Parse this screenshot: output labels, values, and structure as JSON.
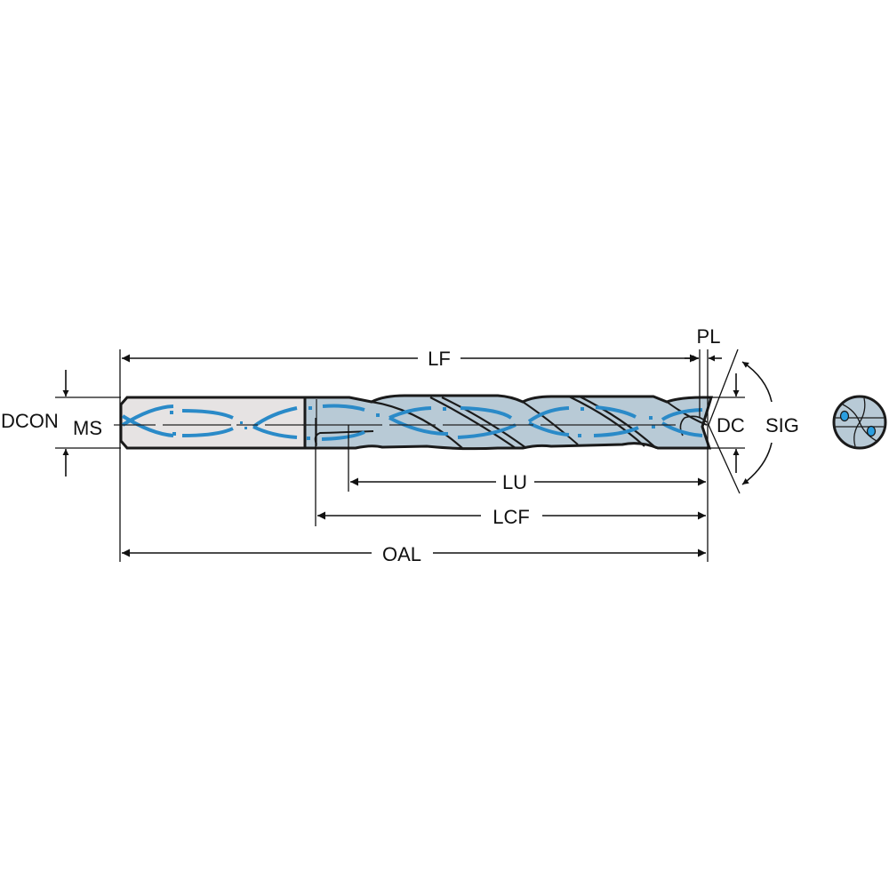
{
  "diagram": {
    "title": "Solid carbide drill dimension drawing",
    "colors": {
      "shank_fill": "#e6e3e3",
      "body_fill": "#b8cad6",
      "coolant": "#2a8ac8",
      "outline": "#1a1a1a",
      "background": "#ffffff"
    },
    "labels": {
      "dcon": "DCON",
      "dcon_sub": "MS",
      "lf": "LF",
      "pl": "PL",
      "dc": "DC",
      "sig": "SIG",
      "lu": "LU",
      "lcf": "LCF",
      "oal": "OAL"
    },
    "views": {
      "side": "side-view",
      "end": "end-view"
    }
  }
}
